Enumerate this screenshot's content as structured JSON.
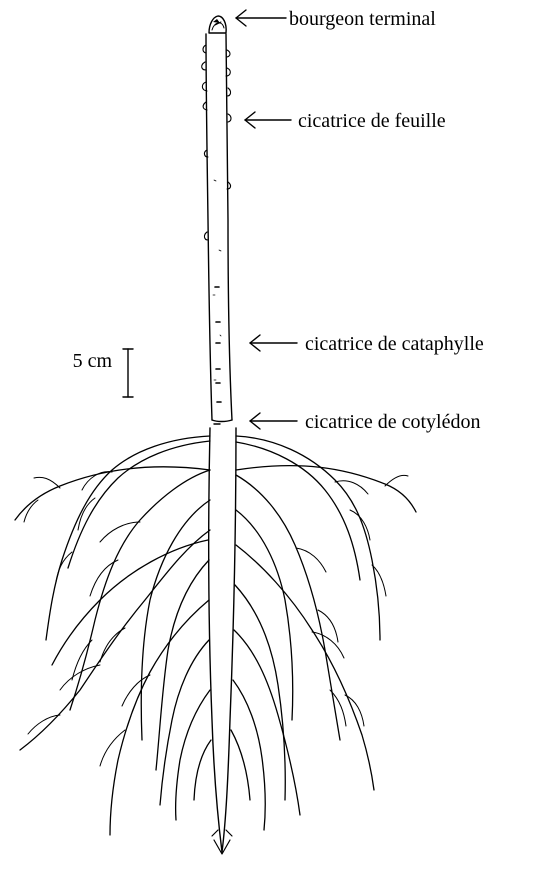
{
  "labels": {
    "terminal_bud": "bourgeon terminal",
    "leaf_scar": "cicatrice de feuille",
    "cataphyll_scar": "cicatrice de cataphylle",
    "cotyledon_scar": "cicatrice de cotylédon"
  },
  "scale_bar": {
    "label": "5 cm"
  },
  "colors": {
    "ink": "#000000",
    "background": "#ffffff"
  }
}
